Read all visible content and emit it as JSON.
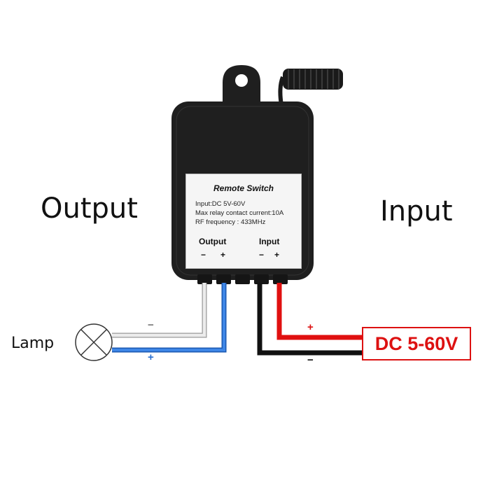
{
  "labels": {
    "output": "Output",
    "input": "Input",
    "lamp": "Lamp"
  },
  "device": {
    "title": "Remote Switch",
    "spec_input": "Input:DC 5V-60V",
    "spec_relay": "Max relay contact current:10A",
    "spec_rf": "RF frequency : 433MHz",
    "port_output": "Output",
    "port_input": "Input",
    "output_minus": "−",
    "output_plus": "+",
    "input_minus": "−",
    "input_plus": "+"
  },
  "wires": {
    "lamp_minus": "−",
    "lamp_plus": "+",
    "dc_plus": "+",
    "dc_minus": "−"
  },
  "power_source": {
    "label": "DC 5-60V"
  },
  "colors": {
    "device_body": "#1f1f1f",
    "wire_white": "#e8e8e8",
    "wire_blue": "#2a6fd0",
    "wire_red": "#e01010",
    "wire_black": "#111111",
    "dc_accent": "#dd1111"
  }
}
